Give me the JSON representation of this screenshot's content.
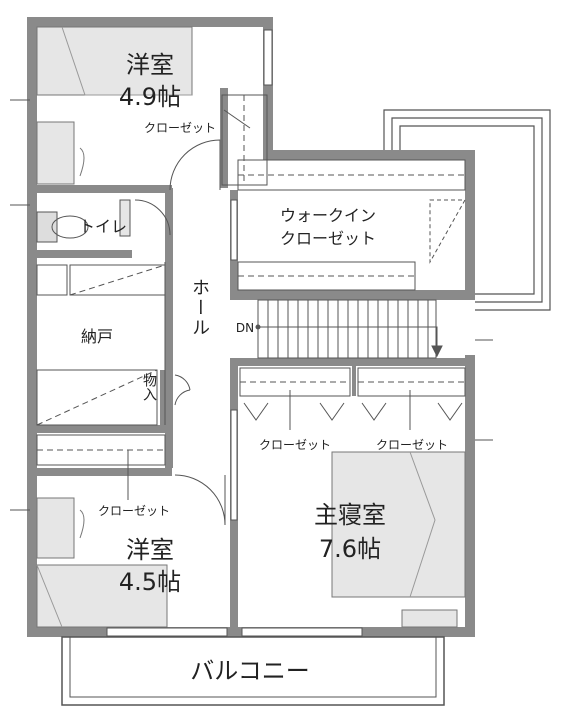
{
  "rooms": {
    "western_room_1": {
      "name": "洋室",
      "size": "4.9帖"
    },
    "western_room_2": {
      "name": "洋室",
      "size": "4.5帖"
    },
    "master_bedroom": {
      "name": "主寝室",
      "size": "7.6帖"
    },
    "toilet": "トイレ",
    "walk_in_closet": {
      "line1": "ウォークイン",
      "line2": "クローゼット"
    },
    "hall": "ホール",
    "storage": "納戸",
    "closet_small": "物入",
    "balcony": "バルコニー"
  },
  "closet_labels": {
    "room1": "クローゼット",
    "room2": "クローゼット",
    "master_left": "クローゼット",
    "master_right": "クローゼット"
  },
  "stairs": {
    "direction": "DN"
  },
  "colors": {
    "wall": "#8a8a8a",
    "furniture": "#e6e6e6",
    "line": "#555555"
  }
}
